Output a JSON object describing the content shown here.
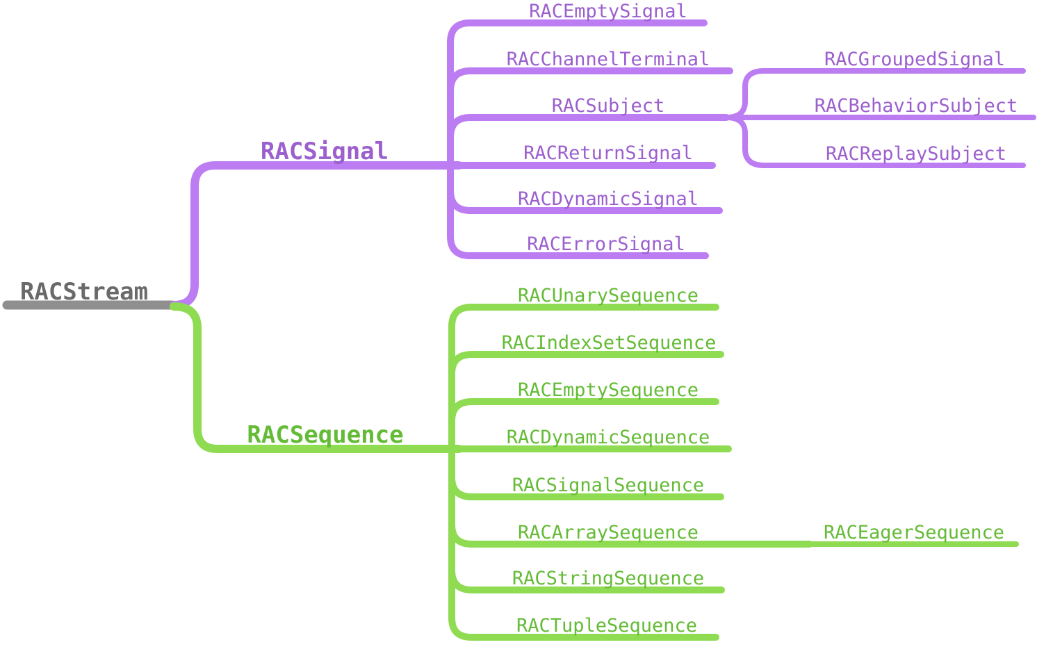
{
  "diagram_title": "RACStream class hierarchy mind map",
  "colors": {
    "root_line": "#8F8F8F",
    "root_text": "#6A6A6A",
    "signal_line": "#BC7DF2",
    "signal_text": "#9B5FCE",
    "sequence_line": "#8FDB52",
    "sequence_text": "#64BB35"
  },
  "nodes": {
    "RACStream": "RACStream",
    "RACSignal": "RACSignal",
    "RACEmptySignal": "RACEmptySignal",
    "RACChannelTerminal": "RACChannelTerminal",
    "RACSubject": "RACSubject",
    "RACGroupedSignal": "RACGroupedSignal",
    "RACBehaviorSubject": "RACBehaviorSubject",
    "RACReplaySubject": "RACReplaySubject",
    "RACReturnSignal": "RACReturnSignal",
    "RACDynamicSignal": "RACDynamicSignal",
    "RACErrorSignal": "RACErrorSignal",
    "RACSequence": "RACSequence",
    "RACUnarySequence": "RACUnarySequence",
    "RACIndexSetSequence": "RACIndexSetSequence",
    "RACEmptySequence": "RACEmptySequence",
    "RACDynamicSequence": "RACDynamicSequence",
    "RACSignalSequence": "RACSignalSequence",
    "RACArraySequence": "RACArraySequence",
    "RACEagerSequence": "RACEagerSequence",
    "RACStringSequence": "RACStringSequence",
    "RACTupleSequence": "RACTupleSequence"
  },
  "hierarchy": {
    "root": "RACStream",
    "children": {
      "RACStream": [
        "RACSignal",
        "RACSequence"
      ],
      "RACSignal": [
        "RACEmptySignal",
        "RACChannelTerminal",
        "RACSubject",
        "RACReturnSignal",
        "RACDynamicSignal",
        "RACErrorSignal"
      ],
      "RACSubject": [
        "RACGroupedSignal",
        "RACBehaviorSubject",
        "RACReplaySubject"
      ],
      "RACSequence": [
        "RACUnarySequence",
        "RACIndexSetSequence",
        "RACEmptySequence",
        "RACDynamicSequence",
        "RACSignalSequence",
        "RACArraySequence",
        "RACStringSequence",
        "RACTupleSequence"
      ],
      "RACArraySequence": [
        "RACEagerSequence"
      ]
    }
  }
}
